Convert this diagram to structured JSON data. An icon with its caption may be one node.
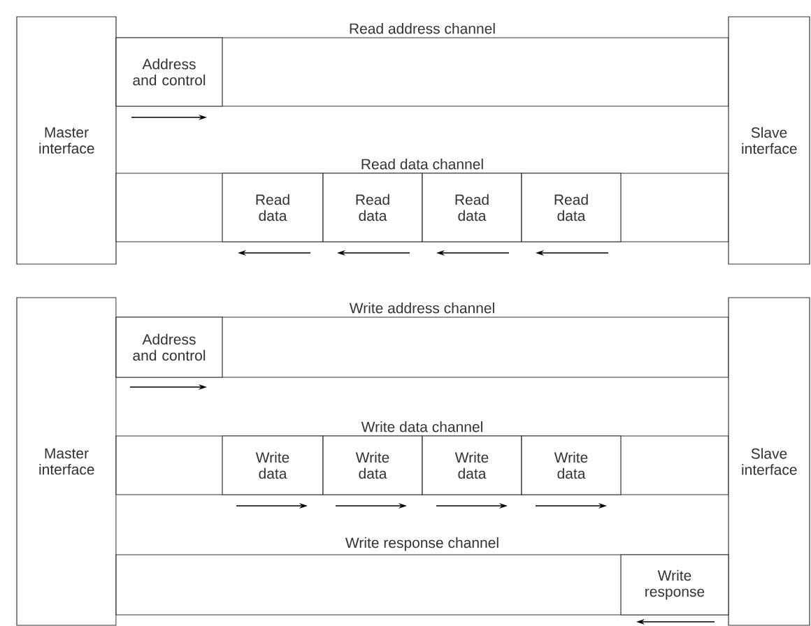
{
  "diagram": {
    "nodes": [
      {
        "text": [
          "Master interface"
        ]
      },
      {
        "text": [
          "Read address channel"
        ]
      },
      {
        "text": [
          "Address and control"
        ],
        "in": 1
      },
      {
        "text": [
          "Read data channel"
        ]
      },
      {
        "text": [
          "Read data"
        ],
        "in": 3
      },
      {
        "text": [
          "Read data"
        ],
        "in": 3
      },
      {
        "text": [
          "Read data"
        ],
        "in": 3
      },
      {
        "text": [
          "Read data"
        ],
        "in": 3
      },
      {
        "text": [
          "Slave interface"
        ]
      },
      {
        "text": [
          "Master interface"
        ]
      },
      {
        "text": [
          "Write address channel"
        ]
      },
      {
        "text": [
          "Address and control"
        ],
        "in": 10
      },
      {
        "text": [
          "Write data channel"
        ]
      },
      {
        "text": [
          "Write data"
        ],
        "in": 12
      },
      {
        "text": [
          "Write data"
        ],
        "in": 12
      },
      {
        "text": [
          "Write data"
        ],
        "in": 12
      },
      {
        "text": [
          "Write data"
        ],
        "in": 12
      },
      {
        "text": [
          "Write response channel"
        ]
      },
      {
        "text": [
          "Write response"
        ],
        "in": 17
      },
      {
        "text": [
          "Slave interface"
        ]
      }
    ]
  }
}
